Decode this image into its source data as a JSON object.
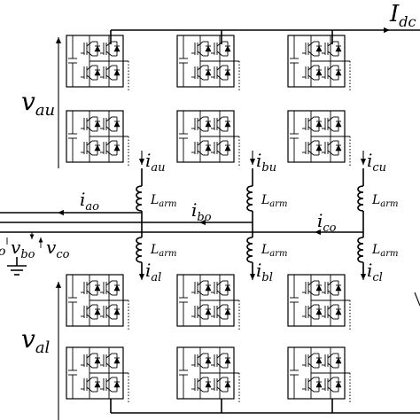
{
  "labels": {
    "idc": "I",
    "idc_sub": "dc",
    "vau": "v",
    "vau_sub": "au",
    "val": "v",
    "val_sub": "al",
    "vbo": "v",
    "vbo_sub": "bo",
    "vco": "v",
    "vco_sub": "co",
    "iao": "i",
    "iao_sub": "ao",
    "ibo": "i",
    "ibo_sub": "bo",
    "ico": "i",
    "ico_sub": "co",
    "iau": "i",
    "iau_sub": "au",
    "ibu": "i",
    "ibu_sub": "bu",
    "icu": "i",
    "icu_sub": "cu",
    "ial": "i",
    "ial_sub": "al",
    "ibl": "i",
    "ibl_sub": "bl",
    "icl": "i",
    "icl_sub": "cl",
    "larm": "L",
    "larm_sub": "arm",
    "partial_o": "o"
  }
}
